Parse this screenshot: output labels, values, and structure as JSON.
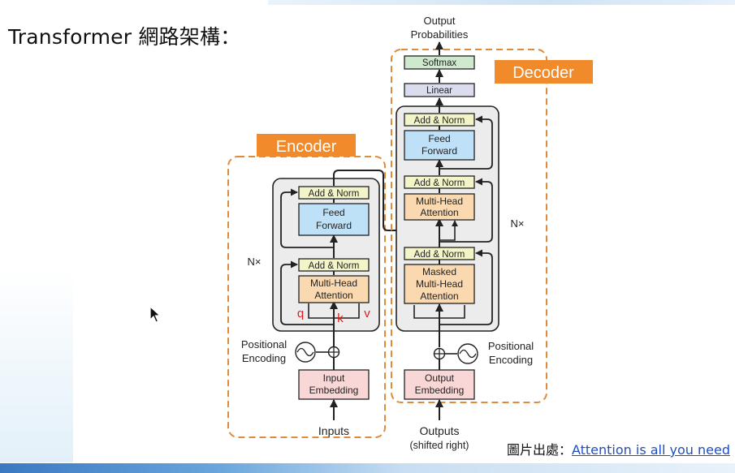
{
  "slide": {
    "title": "Transformer 網路架構：",
    "citation_prefix": "圖片出處：",
    "citation_link": "Attention is all you need"
  },
  "diagram": {
    "encoder_label": "Encoder",
    "decoder_label": "Decoder",
    "enc_add_norm_top": "Add & Norm",
    "enc_ff_line1": "Feed",
    "enc_ff_line2": "Forward",
    "enc_add_norm_bottom": "Add & Norm",
    "enc_mha_line1": "Multi-Head",
    "enc_mha_line2": "Attention",
    "enc_nx": "N×",
    "enc_q": "q",
    "enc_k": "k",
    "enc_v": "v",
    "enc_pos_line1": "Positional",
    "enc_pos_line2": "Encoding",
    "enc_emb_line1": "Input",
    "enc_emb_line2": "Embedding",
    "enc_inputs": "Inputs",
    "output_prob_line1": "Output",
    "output_prob_line2": "Probabilities",
    "softmax": "Softmax",
    "linear": "Linear",
    "dec_add_norm_top": "Add & Norm",
    "dec_ff_line1": "Feed",
    "dec_ff_line2": "Forward",
    "dec_add_norm_mid": "Add & Norm",
    "dec_mha_line1": "Multi-Head",
    "dec_mha_line2": "Attention",
    "dec_add_norm_bottom": "Add & Norm",
    "dec_masked_line1": "Masked",
    "dec_masked_line2": "Multi-Head",
    "dec_masked_line3": "Attention",
    "dec_nx": "N×",
    "dec_pos_line1": "Positional",
    "dec_pos_line2": "Encoding",
    "dec_emb_line1": "Output",
    "dec_emb_line2": "Embedding",
    "dec_outputs_line1": "Outputs",
    "dec_outputs_line2": "(shifted right)"
  },
  "colors": {
    "orange_dash": "#e08a3c",
    "label_bg": "#f08a2a",
    "add_norm_fill": "#f3f5c9",
    "feed_forward_fill": "#bfe1f7",
    "attention_fill": "#fbd9b0",
    "embedding_fill": "#f9d7d7",
    "softmax_fill": "#cfe9cf",
    "linear_fill": "#dcdcef",
    "block_bg": "#ececec",
    "qkv_red": "#e01b1b"
  }
}
